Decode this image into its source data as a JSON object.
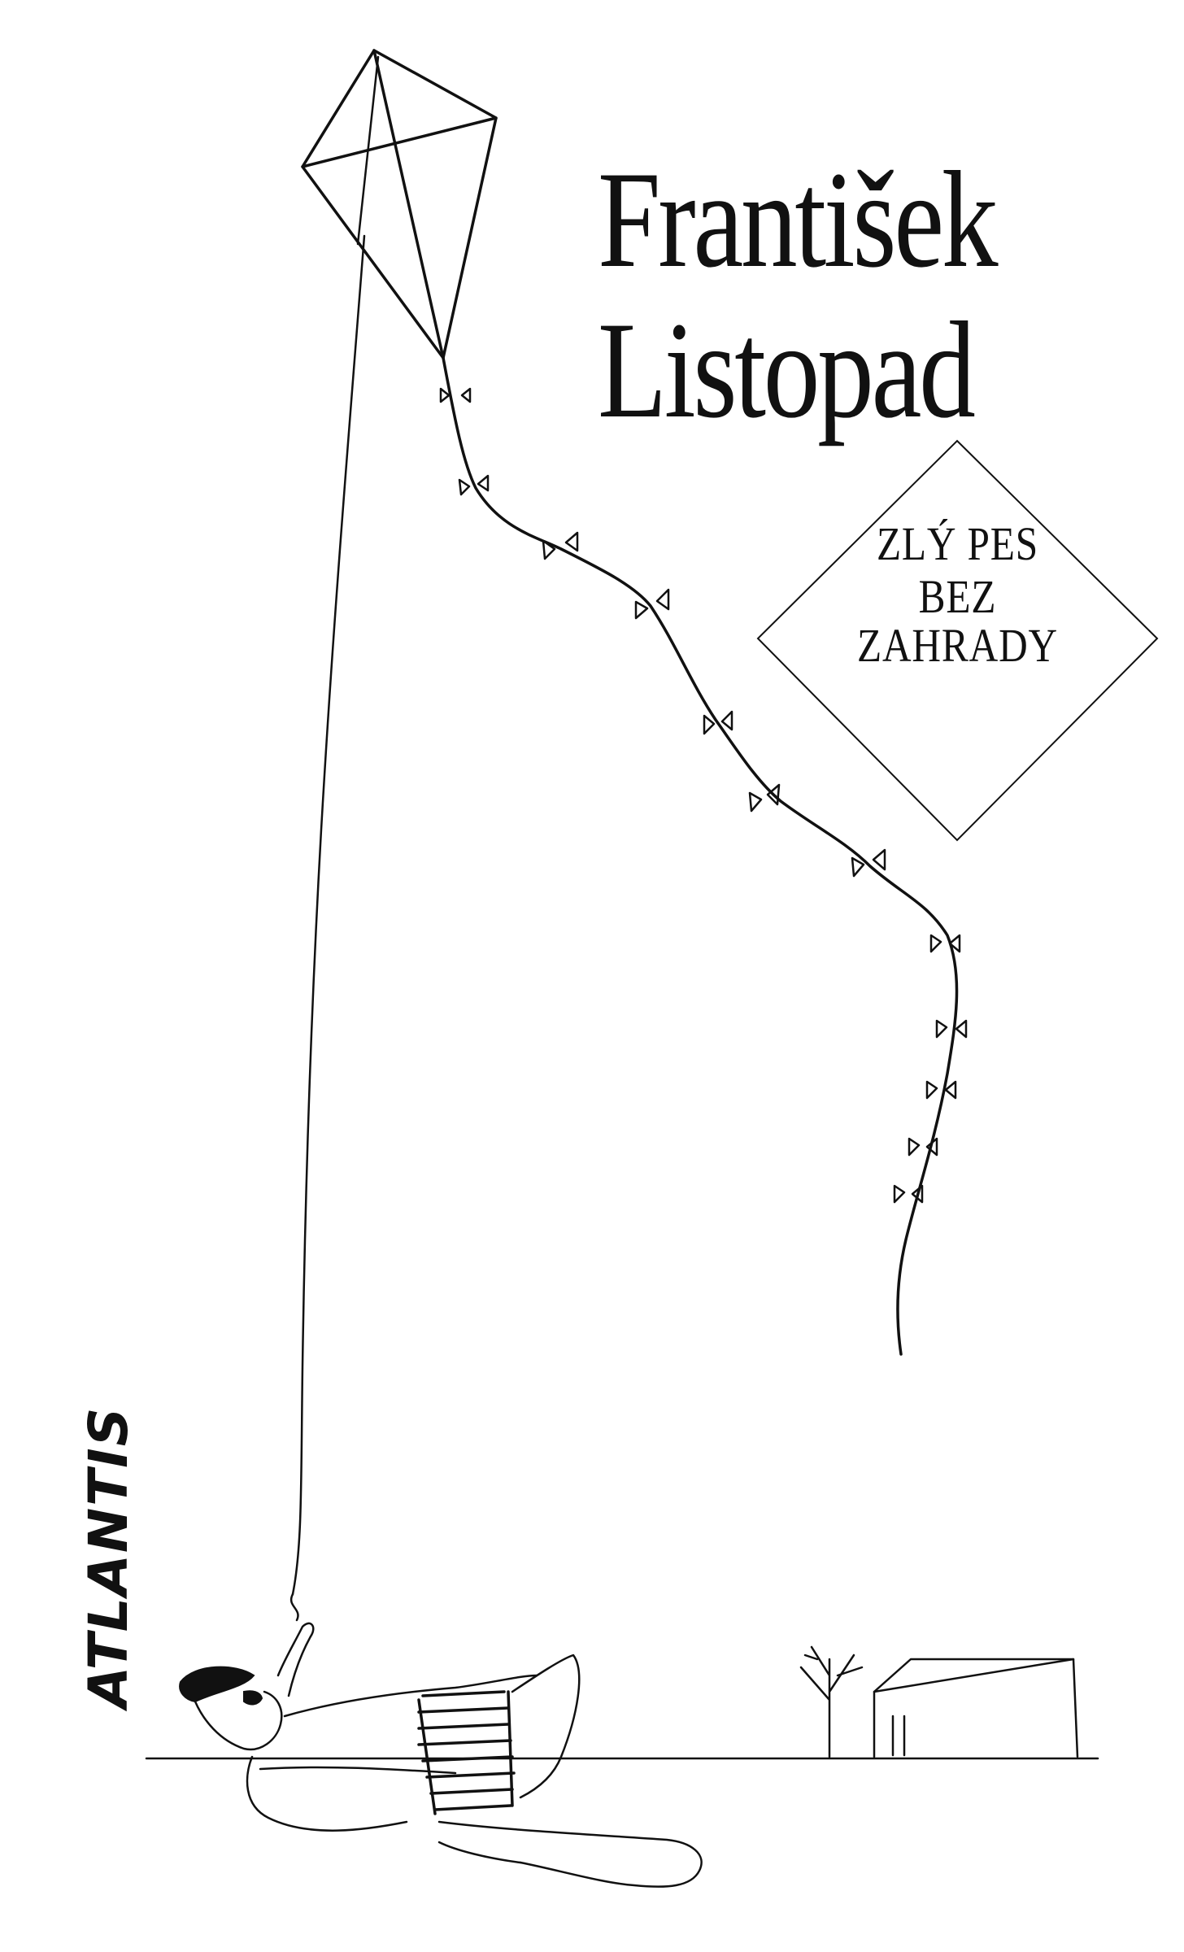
{
  "book": {
    "author_first": "František",
    "author_last": "Listopad",
    "title_lines": [
      "ZLÝ PES",
      "BEZ",
      "ZAHRADY"
    ],
    "publisher": "ATLANTIS"
  },
  "illustration": {
    "subject": "kite-flyer-illustration"
  },
  "colors": {
    "ink": "#111111",
    "paper": "#ffffff"
  }
}
